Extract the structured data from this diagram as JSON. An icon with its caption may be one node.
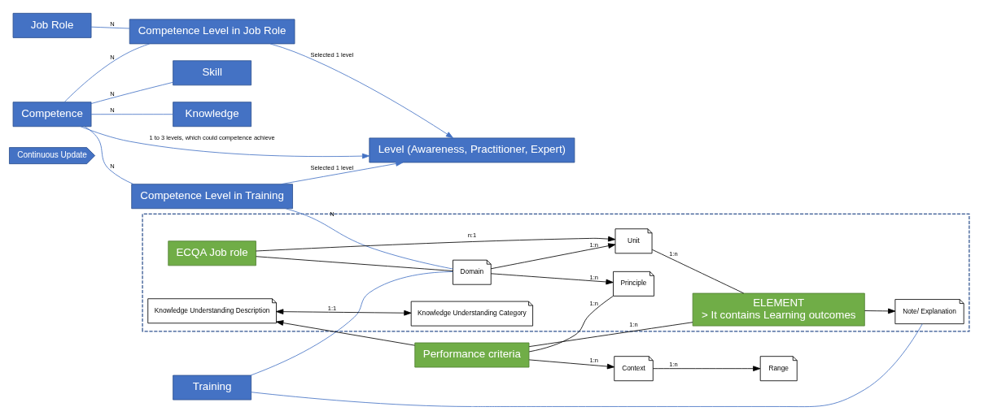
{
  "diagram": {
    "nodes": [
      {
        "text": [
          "Continuous Update"
        ]
      },
      {
        "text": [
          "Job Role"
        ]
      },
      {
        "text": [
          "Level (Awareness, Practitioner, Expert)"
        ]
      },
      {
        "text": [
          "Competence Level in Job Role"
        ]
      },
      {
        "text": [
          "Competence"
        ]
      },
      {
        "text": [
          "Competence Level in Training"
        ]
      },
      {
        "text": [
          "Skill"
        ]
      },
      {
        "text": [
          "Knowledge"
        ]
      },
      {
        "text": [
          "Training"
        ]
      },
      {
        "text": [],
        "shape": "box"
      },
      {
        "text": [
          "Domain"
        ],
        "in": 9
      },
      {
        "text": [
          "ECQA Job role"
        ],
        "in": 9
      },
      {
        "text": [
          "Unit"
        ],
        "in": 9
      },
      {
        "text": [
          "ELEMENT",
          "> It contains Learning outcomes"
        ],
        "in": 9
      },
      {
        "text": [
          "Note/ Explanation"
        ],
        "in": 9
      },
      {
        "text": [
          "Principle"
        ],
        "in": 9
      },
      {
        "text": [
          "Performance criteria"
        ]
      },
      {
        "text": [
          "Knowledge Understanding Description"
        ],
        "in": 9
      },
      {
        "text": [
          "Knowledge Understanding Category"
        ],
        "in": 9
      },
      {
        "text": [
          "Context"
        ]
      },
      {
        "text": [
          "Range"
        ]
      }
    ],
    "edges": [
      {
        "from": 1,
        "to": 3,
        "arrow": "none",
        "label": "N",
        "color": "#4472c4"
      },
      {
        "from": 3,
        "to": 2,
        "arrow": "to",
        "label": "Selected 1 level",
        "color": "#4472c4"
      },
      {
        "from": 4,
        "to": 3,
        "arrow": "none",
        "label": "N",
        "color": "#4472c4"
      },
      {
        "from": 4,
        "to": 2,
        "arrow": "to",
        "label": "1 to 3 levels, which could competence achieve",
        "color": "#4472c4"
      },
      {
        "from": 4,
        "to": 5,
        "arrow": "none",
        "label": "N",
        "color": "#4472c4"
      },
      {
        "from": 5,
        "to": 2,
        "arrow": "to",
        "label": "Selected 1 level",
        "color": "#4472c4"
      },
      {
        "from": 4,
        "to": 6,
        "arrow": "none",
        "label": "N",
        "color": "#4472c4"
      },
      {
        "from": 4,
        "to": 7,
        "arrow": "none",
        "label": "N",
        "color": "#4472c4"
      },
      {
        "from": 5,
        "to": 10,
        "arrow": "none",
        "label": "N",
        "color": "#4472c4"
      },
      {
        "from": 8,
        "to": 10,
        "arrow": "none",
        "color": "#4472c4"
      },
      {
        "from": 8,
        "to": 14,
        "arrow": "none",
        "color": "#4472c4"
      },
      {
        "from": 11,
        "to": 10,
        "arrow": "none"
      },
      {
        "from": 10,
        "to": 12,
        "arrow": "to",
        "label": "1:n"
      },
      {
        "from": 11,
        "to": 12,
        "arrow": "to",
        "label": "n:1"
      },
      {
        "from": 10,
        "to": 15,
        "arrow": "to",
        "label": "1:n"
      },
      {
        "from": 12,
        "to": 13,
        "arrow": "none",
        "label": "1:n"
      },
      {
        "from": 13,
        "to": 14,
        "arrow": "to"
      },
      {
        "from": 13,
        "to": 16,
        "arrow": "none",
        "label": "1:n"
      },
      {
        "from": 16,
        "to": 15,
        "arrow": "none",
        "label": "1:n"
      },
      {
        "from": 16,
        "to": 17,
        "arrow": "to"
      },
      {
        "from": 17,
        "to": 18,
        "arrow": "both",
        "label": "1:1"
      },
      {
        "from": 16,
        "to": 19,
        "arrow": "to",
        "label": "1:n"
      },
      {
        "from": 19,
        "to": 20,
        "arrow": "to",
        "label": "1:n"
      }
    ]
  }
}
